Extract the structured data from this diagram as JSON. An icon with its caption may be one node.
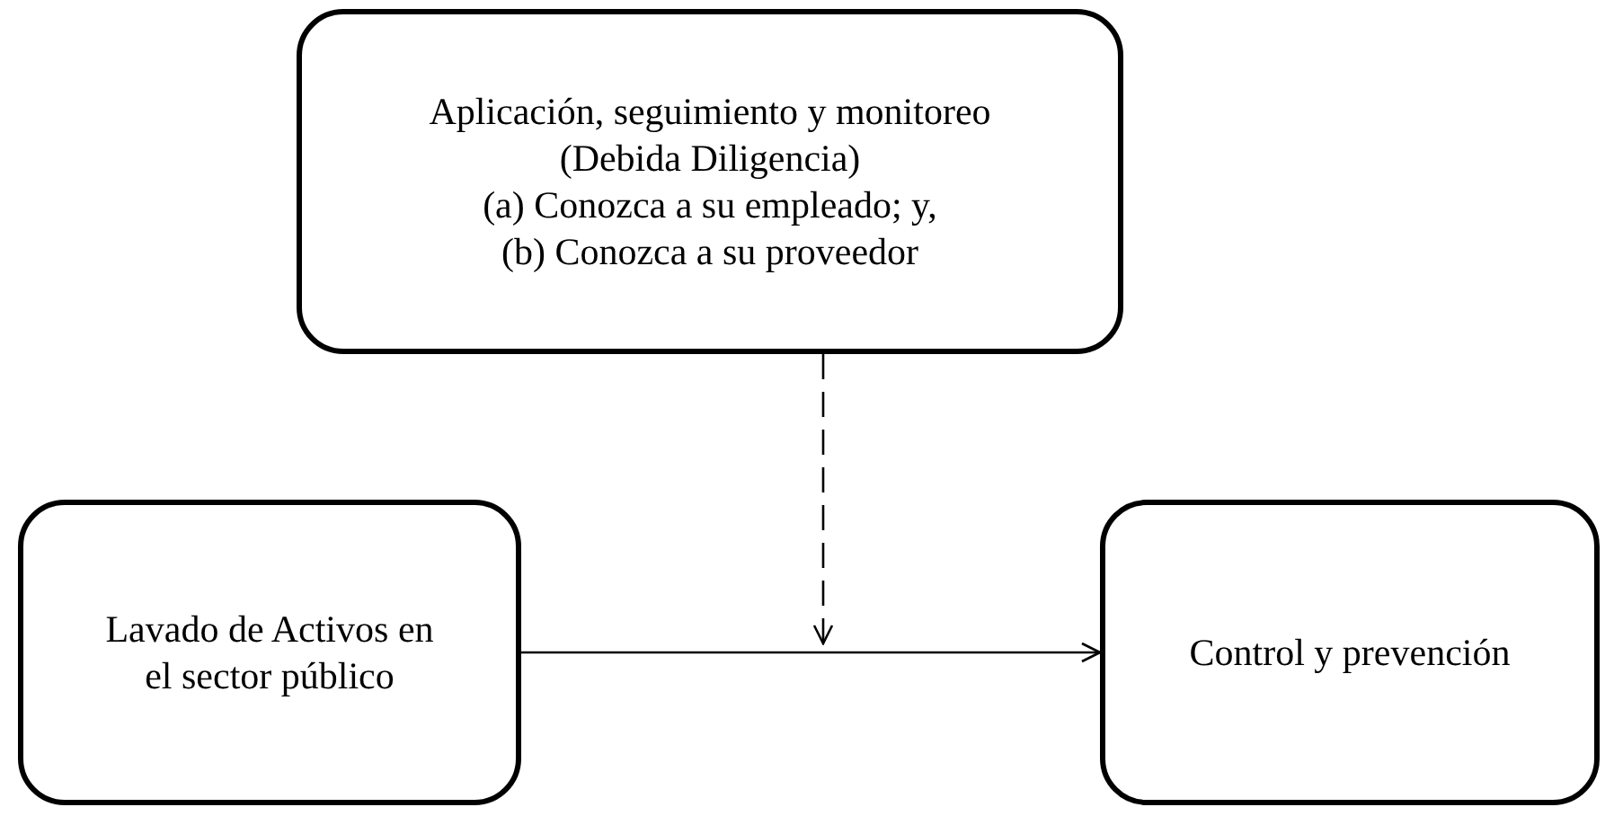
{
  "diagram": {
    "nodes": [
      {
        "text": [
          "Aplicación, seguimiento y monitoreo",
          "(Debida Diligencia)",
          "(a) Conozca a su empleado; y,",
          "(b) Conozca a su proveedor"
        ]
      },
      {
        "text": [
          "Lavado de Activos en el sector público"
        ]
      },
      {
        "text": [
          "Control y prevención"
        ]
      }
    ],
    "edges": [
      {
        "from": 1,
        "to": 2,
        "arrow": "to"
      },
      {
        "from": 0,
        "to": null,
        "arrow": "to",
        "style": "dashed"
      }
    ]
  }
}
